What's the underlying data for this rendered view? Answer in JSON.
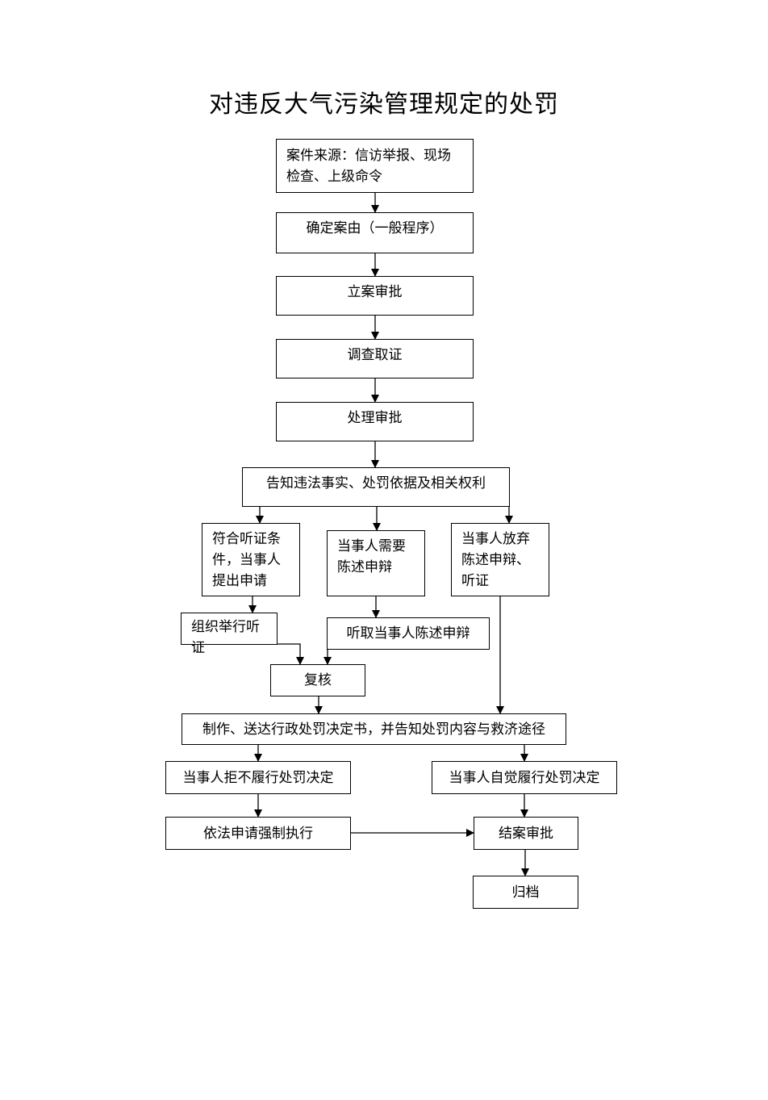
{
  "title": "对违反大气污染管理规定的处罚",
  "nodes": {
    "source": "案件来源：信访举报、现场\n检查、上级命令",
    "determine": "确定案由（一般程序）",
    "filing": "立案审批",
    "investigate": "调查取证",
    "approve": "处理审批",
    "notify": "告知违法事实、处罚依据及相关权利",
    "hearing_cond": "符合听证条\n件，当事人\n提出申请",
    "need_statement": "当事人需要\n陈述申辩",
    "waive": "当事人放弃\n陈述申辩、\n听证",
    "organize_hearing": "组织举行听证",
    "hear_statement": "听取当事人陈述申辩",
    "review": "复核",
    "decision": "制作、送达行政处罚决定书，并告知处罚内容与救济途径",
    "refuse": "当事人拒不履行处罚决定",
    "comply": "当事人自觉履行处罚决定",
    "enforce": "依法申请强制执行",
    "close": "结案审批",
    "archive": "归档"
  }
}
